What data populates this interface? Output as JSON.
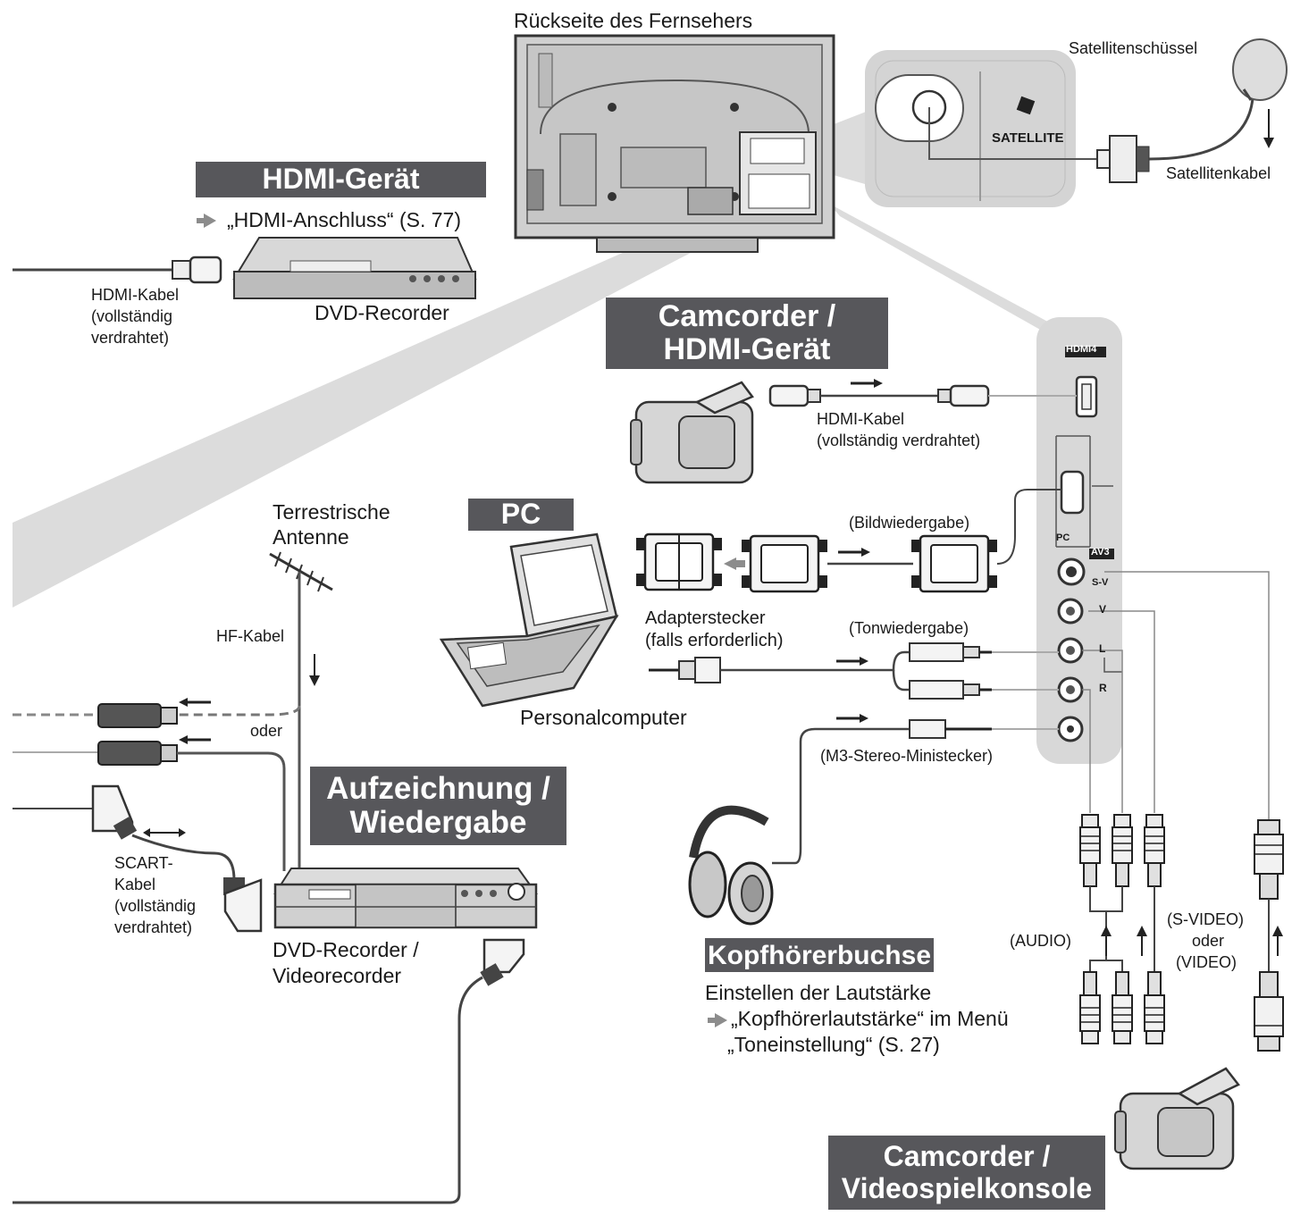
{
  "tv": {
    "back_title": "Rückseite des Fernsehers"
  },
  "satellite": {
    "dish_label": "Satellitenschüssel",
    "cable_label": "Satellitenkabel",
    "port_label": "SATELLITE"
  },
  "hdmi_device": {
    "banner": "HDMI-Gerät",
    "ref": "„HDMI-Anschluss“ (S. 77)",
    "cable_line1": "HDMI-Kabel",
    "cable_line2": "(vollständig",
    "cable_line3": "verdrahtet)",
    "device_label": "DVD-Recorder"
  },
  "camcorder_hdmi": {
    "banner_line1": "Camcorder /",
    "banner_line2": "HDMI-Gerät",
    "cable_line1": "HDMI-Kabel",
    "cable_line2": "(vollständig verdrahtet)"
  },
  "side_panel": {
    "hdmi4": "HDMI4",
    "pc": "PC",
    "av3": "AV3",
    "sv": "S-V",
    "v": "V",
    "l": "L",
    "r": "R"
  },
  "pc": {
    "banner": "PC",
    "video_label": "(Bildwiedergabe)",
    "audio_label": "(Tonwiedergabe)",
    "adapter_line1": "Adapterstecker",
    "adapter_line2": "(falls erforderlich)",
    "computer_label": "Personalcomputer"
  },
  "antenna": {
    "label_line1": "Terrestrische",
    "label_line2": "Antenne",
    "cable_label": "HF-Kabel",
    "or_label": "oder"
  },
  "recording": {
    "banner_line1": "Aufzeichnung /",
    "banner_line2": "Wiedergabe",
    "scart_line1": "SCART-",
    "scart_line2": "Kabel",
    "scart_line3": "(vollständig",
    "scart_line4": "verdrahtet)",
    "device_line1": "DVD-Recorder /",
    "device_line2": "Videorecorder"
  },
  "headphone": {
    "plug_label": "(M3-Stereo-Ministecker)",
    "banner": "Kopfhörerbuchse",
    "text1": "Einstellen der Lautstärke",
    "text2": "„Kopfhörerlautstärke“ im Menü",
    "text3": "„Toneinstellung“ (S. 27)"
  },
  "av": {
    "audio_label": "(AUDIO)",
    "svideo_line1": "(S-VIDEO)",
    "svideo_line2": "oder",
    "svideo_line3": "(VIDEO)"
  },
  "camcorder_game": {
    "banner_line1": "Camcorder /",
    "banner_line2": "Videospielkonsole"
  },
  "colors": {
    "banner": "#57575b",
    "beam": "#d8d8d8",
    "device": "#cfcfcf",
    "line": "#6e6e6e"
  }
}
